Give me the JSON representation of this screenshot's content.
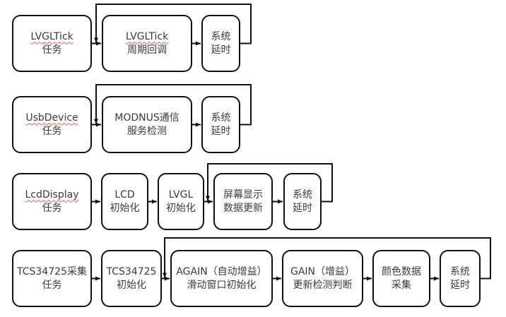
{
  "rows": [
    {
      "name": "lvgltick",
      "boxes": [
        {
          "line1": "LVGLTick",
          "line2": "任务",
          "spell": true
        },
        {
          "line1": "LVGLTick",
          "line2": "周期回调",
          "spell": true
        },
        {
          "line1": "系统",
          "line2": "延时"
        }
      ]
    },
    {
      "name": "usbdevice",
      "boxes": [
        {
          "line1": "UsbDevice",
          "line2": "任务",
          "spell": true
        },
        {
          "line1": "MODNUS通信",
          "line2": "服务检测"
        },
        {
          "line1": "系统",
          "line2": "延时"
        }
      ]
    },
    {
      "name": "lcddisplay",
      "boxes": [
        {
          "line1": "LcdDisplay",
          "line2": "任务",
          "spell": true
        },
        {
          "line1": "LCD",
          "line2": "初始化"
        },
        {
          "line1": "LVGL",
          "line2": "初始化"
        },
        {
          "line1": "屏幕显示",
          "line2": "数据更新"
        },
        {
          "line1": "系统",
          "line2": "延时"
        }
      ]
    },
    {
      "name": "tcs34725",
      "boxes": [
        {
          "line1": "TCS34725采集",
          "line2": "任务"
        },
        {
          "line1": "TCS34725",
          "line2": "初始化"
        },
        {
          "line1": "AGAIN（自动增益）",
          "line2": "滑动窗口初始化"
        },
        {
          "line1": "GAIN（增益）",
          "line2": "更新检测判断"
        },
        {
          "line1": "颜色数据",
          "line2": "采集"
        },
        {
          "line1": "系统",
          "line2": "延时"
        }
      ]
    }
  ]
}
